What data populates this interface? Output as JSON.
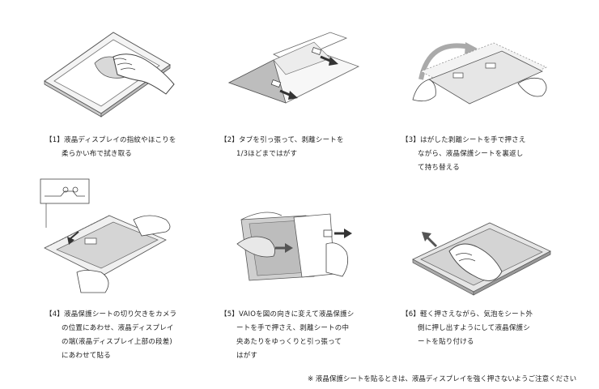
{
  "steps": [
    {
      "num": "【1】",
      "lines": [
        "液晶ディスプレイの指紋やほこりを",
        "柔らかい布で拭き取る"
      ]
    },
    {
      "num": "【2】",
      "lines": [
        "タブを引っ張って、剥離シートを",
        "1/3ほどまではがす"
      ]
    },
    {
      "num": "【3】",
      "lines": [
        "はがした剥離シートを手で押さえ",
        "ながら、液晶保護シートを裏返し",
        "て持ち替える"
      ]
    },
    {
      "num": "【4】",
      "lines": [
        "液晶保護シートの切り欠きをカメラ",
        "の位置にあわせ、液晶ディスプレイ",
        "の端(液晶ディスプレイ上部の段差)",
        "にあわせて貼る"
      ]
    },
    {
      "num": "【5】",
      "lines": [
        "VAIOを図の向きに変えて液晶保護シ",
        "ートを手で押さえ、剥離シートの中",
        "央あたりをゆっくりと引っ張って",
        "はがす"
      ]
    },
    {
      "num": "【6】",
      "lines": [
        "軽く押さえながら、気泡をシート外",
        "側に押し出すようにして液晶保護シ",
        "ートを貼り付ける"
      ]
    }
  ],
  "note": "※ 液晶保護シートを貼るときは、液晶ディスプレイを強く押さないようご注意ください"
}
